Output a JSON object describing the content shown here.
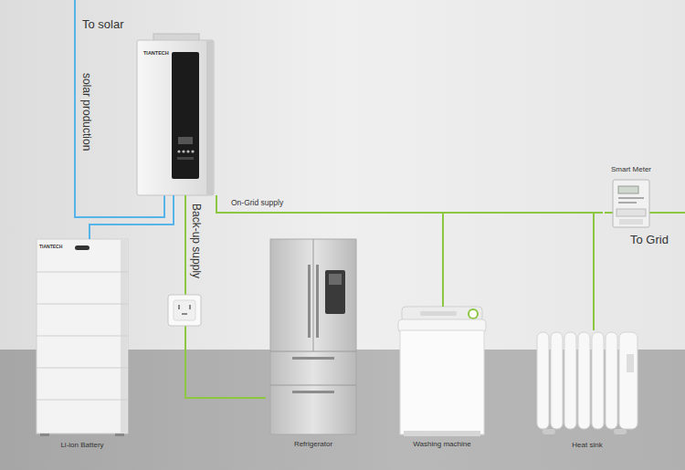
{
  "diagram": {
    "nodes": [
      {
        "text": [
          "TIANTECH"
        ]
      },
      {
        "text": [
          "Smart Meter"
        ]
      },
      {
        "text": [
          "TIANTECH",
          "Li-ion Battery"
        ]
      },
      {
        "text": [
          "Refrigerator"
        ]
      },
      {
        "text": [
          "Washing machine"
        ]
      },
      {
        "text": [
          "Heat sink"
        ]
      }
    ],
    "edges": [
      {
        "from": 0,
        "to": 2,
        "arrow": "none"
      },
      {
        "from": 0,
        "to": 3,
        "label": "Back-up supply",
        "arrow": "none"
      },
      {
        "from": 0,
        "to": 4,
        "label": "On-Grid supply",
        "arrow": "none"
      },
      {
        "from": 0,
        "to": 5,
        "arrow": "none"
      },
      {
        "from": 0,
        "to": 1,
        "arrow": "none"
      }
    ],
    "labels": [
      "To solar",
      "solar production",
      "To Grid"
    ]
  }
}
